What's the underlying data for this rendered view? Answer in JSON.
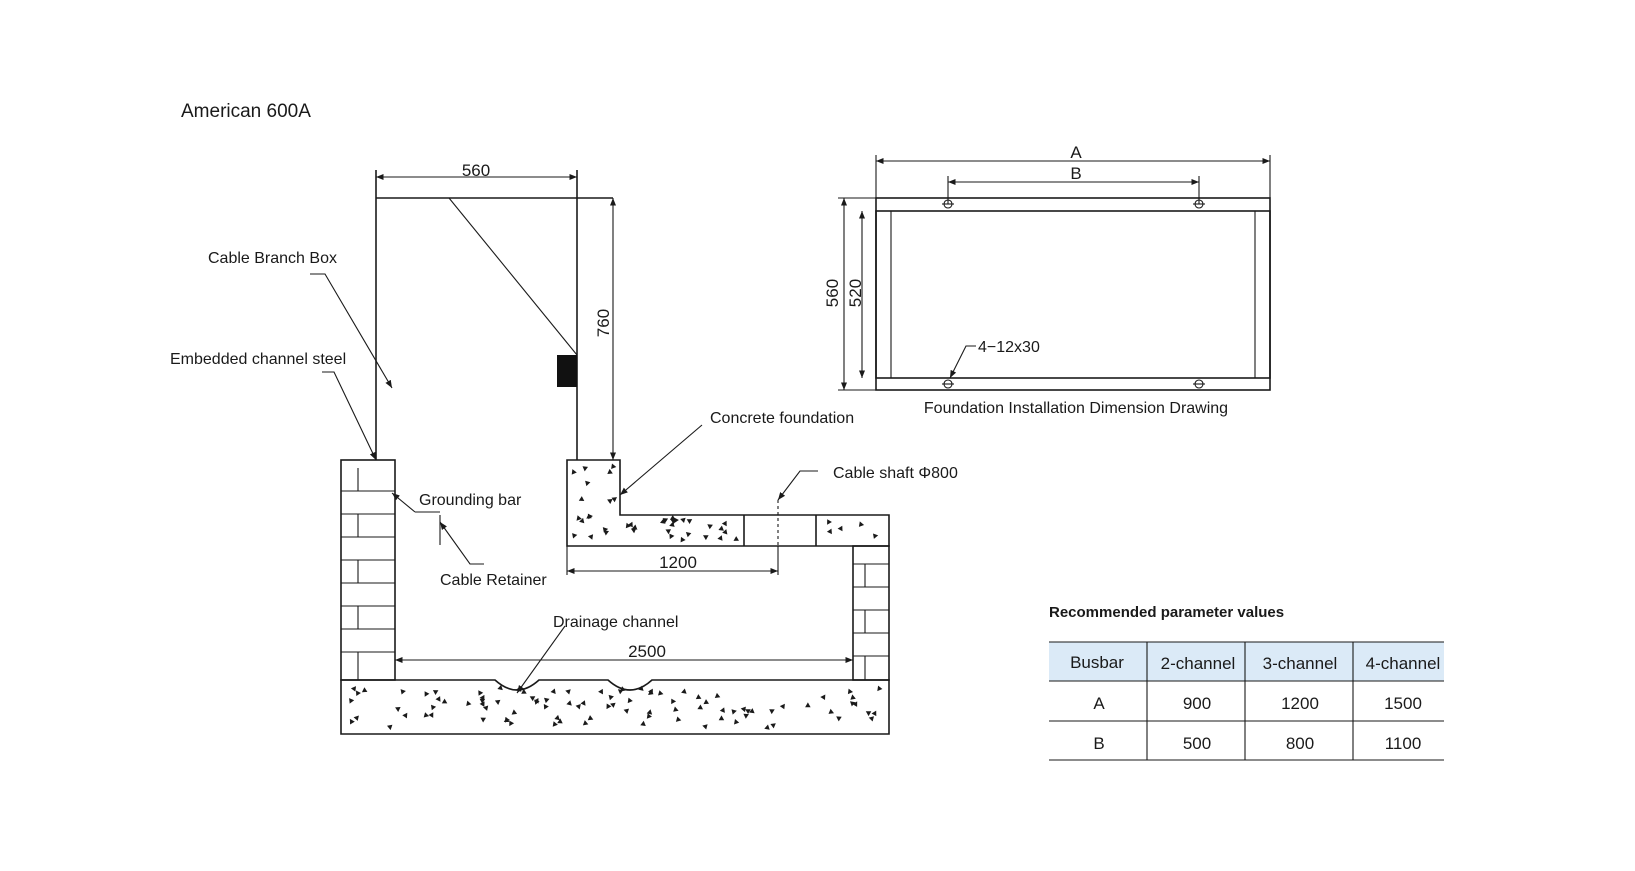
{
  "title": "American 600A",
  "labels": {
    "cable_branch_box": "Cable Branch Box",
    "embedded_channel_steel": "Embedded channel steel",
    "grounding_bar": "Grounding bar",
    "cable_retainer": "Cable Retainer",
    "concrete_foundation": "Concrete foundation",
    "cable_shaft": "Cable shaft Φ800",
    "drainage_channel": "Drainage channel"
  },
  "dimensions": {
    "box_width": "560",
    "box_height": "760",
    "span_1200": "1200",
    "span_2500": "2500",
    "plan_A": "A",
    "plan_B": "B",
    "plan_560": "560",
    "plan_520": "520",
    "plan_holes": "4−12x30"
  },
  "plan_caption": "Foundation Installation Dimension Drawing",
  "table": {
    "title": "Recommended parameter values",
    "headers": [
      "Busbar",
      "2-channel",
      "3-channel",
      "4-channel"
    ],
    "rows": [
      [
        "A",
        "900",
        "1200",
        "1500"
      ],
      [
        "B",
        "500",
        "800",
        "1100"
      ]
    ],
    "header_bg": "#dbeaf7"
  }
}
